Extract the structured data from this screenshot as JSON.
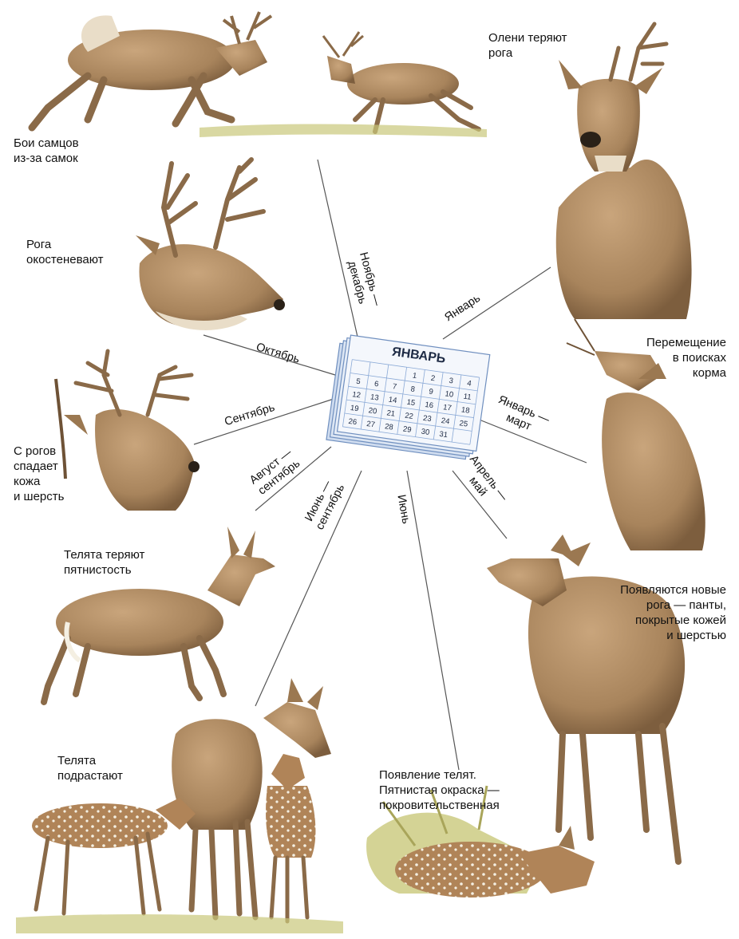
{
  "center": {
    "calendar_title": "ЯНВАРЬ",
    "calendar_numbers": [
      "1",
      "2",
      "3",
      "4",
      "5",
      "6",
      "7",
      "8",
      "9",
      "10",
      "11",
      "12",
      "13",
      "14",
      "15",
      "16",
      "17",
      "18",
      "19",
      "20",
      "21",
      "22",
      "23",
      "24",
      "25",
      "26",
      "27",
      "28",
      "29",
      "30",
      "31"
    ]
  },
  "captions": {
    "fights": "Бои самцов\nиз-за самок",
    "antlers_drop": "Олени теряют\nрога",
    "antlers_ossify": "Рога\nокостеневают",
    "migration": "Перемещение\nв поисках\nкорма",
    "skin_shed": "С рогов\nспадает\nкожа\nи шерсть",
    "calves_lose_spots": "Телята теряют\nпятнистость",
    "new_antlers": "Появляются новые\nрога — панты,\nпокрытые кожей\nи шерстью",
    "calves_grow": "Телята\nподрастают",
    "calves_born": "Появление телят.\nПятнистая окраска —\nпокровительственная"
  },
  "months": {
    "nov_dec": "Ноябрь —\nдекабрь",
    "jan": "Январь",
    "oct": "Октябрь",
    "sep": "Сентябрь",
    "jan_mar": "Январь —\nмарт",
    "aug_sep": "Август —\nсентябрь",
    "jun_sep": "Июнь —\nсентябрь",
    "jun": "Июнь",
    "apr_may": "Апрель —\nмай"
  },
  "colors": {
    "fur": "#a8845c",
    "fur_dark": "#6e5236",
    "fur_light": "#e9ddc8",
    "antler": "#8a6a48",
    "grass": "#c9c87a",
    "calendar_blue": "#8aa9d6",
    "line": "#555555"
  }
}
